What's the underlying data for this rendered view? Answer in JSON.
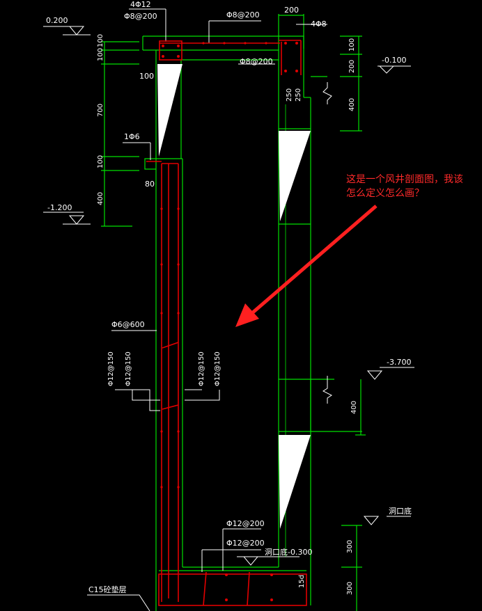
{
  "levels": {
    "top": "0.200",
    "upper_right": "-0.100",
    "left_mid": "-1.200",
    "right_mid": "-3.700",
    "opening_bottom": "洞口底",
    "opening_bottom_level": "洞口底-0.300"
  },
  "dimensions": {
    "d100a": "100",
    "d100b": "100",
    "d100c": "100",
    "d700": "700",
    "d100d": "100",
    "d400a": "400",
    "d80": "80",
    "top200": "200",
    "r100": "100",
    "r200": "200",
    "r400a": "400",
    "r250a": "250",
    "r250b": "250",
    "r400b": "400",
    "r300a": "300",
    "r300b": "300",
    "d15": "15d"
  },
  "rebar": {
    "top_4d12": "4Φ12",
    "top_d8_200": "Φ8@200",
    "top_d8_200b": "Φ8@200",
    "top_4d8": "4Φ8",
    "right_d8_200": "Φ8@200",
    "one_d6": "1Φ6",
    "d6_600": "Φ6@600",
    "d12_150_1": "Φ12@150",
    "d12_150_2": "Φ12@150",
    "d12_150_3": "Φ12@150",
    "d12_150_4": "Φ12@150",
    "d12_200a": "Φ12@200",
    "d12_200b": "Φ12@200"
  },
  "labels": {
    "cushion": "C15砼垫层"
  },
  "annotation": {
    "line1": "这是一个风井剖面图，我该",
    "line2": "怎么定义怎么画？"
  }
}
